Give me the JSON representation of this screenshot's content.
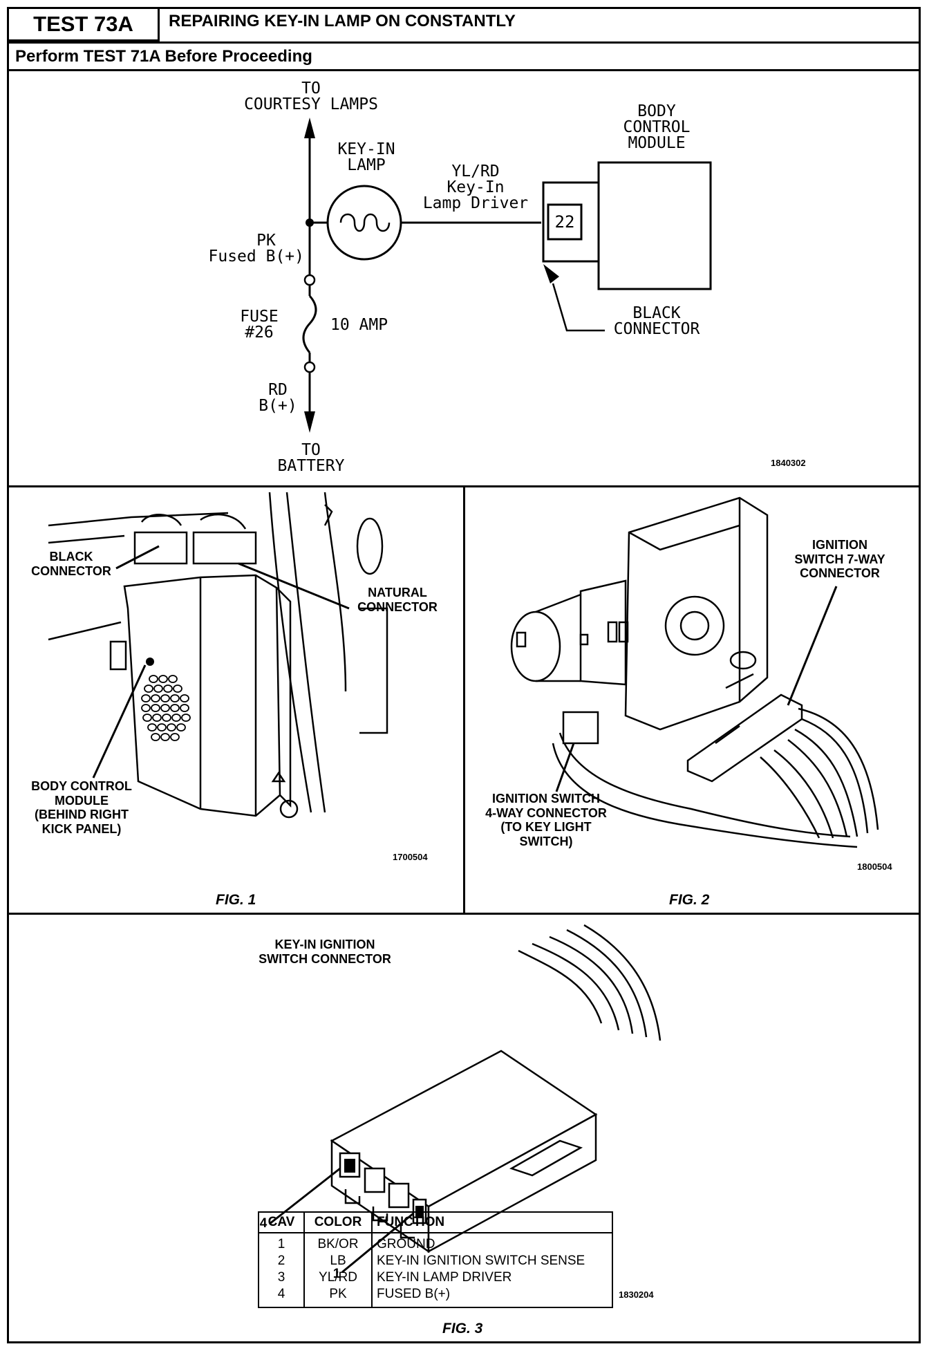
{
  "header": {
    "test_id": "TEST 73A",
    "title": "REPAIRING KEY-IN LAMP ON CONSTANTLY",
    "subtitle": "Perform TEST 71A Before Proceeding"
  },
  "schematic": {
    "to_courtesy": [
      "TO",
      "COURTESY LAMPS"
    ],
    "key_in_lamp": [
      "KEY-IN",
      "LAMP"
    ],
    "wire_label": [
      "YL/RD",
      "Key-In",
      "Lamp Driver"
    ],
    "pin": "22",
    "module": [
      "BODY",
      "CONTROL",
      "MODULE"
    ],
    "black_connector": [
      "BLACK",
      "CONNECTOR"
    ],
    "pk_fused": [
      "PK",
      "Fused B(+)"
    ],
    "fuse": [
      "FUSE",
      "#26"
    ],
    "fuse_rating": "10 AMP",
    "rd": [
      "RD",
      "B(+)"
    ],
    "to_battery": [
      "TO",
      "BATTERY"
    ],
    "code": "1840302"
  },
  "fig1": {
    "black_connector": [
      "BLACK",
      "CONNECTOR"
    ],
    "natural_connector": [
      "NATURAL",
      "CONNECTOR"
    ],
    "bcm": [
      "BODY CONTROL",
      "MODULE",
      "(BEHIND RIGHT",
      "KICK PANEL)"
    ],
    "code": "1700504",
    "caption": "FIG. 1"
  },
  "fig2": {
    "seven_way": [
      "IGNITION",
      "SWITCH 7-WAY",
      "CONNECTOR"
    ],
    "four_way": [
      "IGNITION SWITCH",
      "4-WAY CONNECTOR",
      "(TO KEY LIGHT",
      "SWITCH)"
    ],
    "code": "1800504",
    "caption": "FIG. 2"
  },
  "fig3": {
    "title": [
      "KEY-IN IGNITION",
      "SWITCH CONNECTOR"
    ],
    "pin4": "4",
    "pin1": "1",
    "table": {
      "headers": [
        "CAV",
        "COLOR",
        "FUNCTION"
      ],
      "rows": [
        {
          "cav": "1",
          "color": "BK/OR",
          "function": "GROUND"
        },
        {
          "cav": "2",
          "color": "LB",
          "function": "KEY-IN IGNITION SWITCH SENSE"
        },
        {
          "cav": "3",
          "color": "YL/RD",
          "function": "KEY-IN LAMP DRIVER"
        },
        {
          "cav": "4",
          "color": "PK",
          "function": "FUSED B(+)"
        }
      ]
    },
    "code": "1830204",
    "caption": "FIG. 3"
  }
}
